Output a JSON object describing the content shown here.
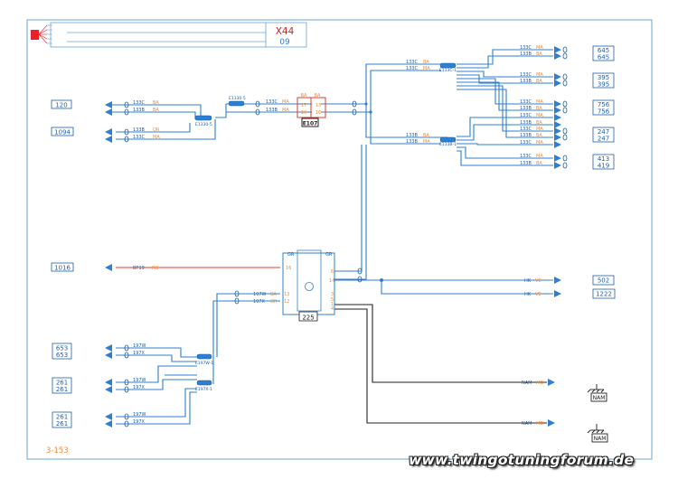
{
  "header": {
    "code": "X44",
    "sub": "09"
  },
  "page_ref": "3-153",
  "watermark": "www.twingotuningforum.de",
  "colors": {
    "frame": "#6aa5d6",
    "wire_blue": "#2f7fd0",
    "wire_dark": "#222222",
    "wire_red": "#e23b2e",
    "wire_orange": "#ee8a3a",
    "text_blue": "#1f5fa8",
    "code_red": "#cc2222"
  },
  "left_components": [
    "120",
    "1094",
    "1016",
    "653",
    "653",
    "261",
    "261",
    "261",
    "261"
  ],
  "right_components": [
    "645",
    "645",
    "395",
    "395",
    "756",
    "756",
    "247",
    "247",
    "413",
    "419",
    "502",
    "1222"
  ],
  "ground_labels": [
    "NAM",
    "NAM"
  ],
  "connectors": {
    "e107": "E107",
    "e225": "225"
  },
  "splices": [
    "E1330-5",
    "E1330-5",
    "E133C-1",
    "E133B-1",
    "E197W-1",
    "E197X-1"
  ],
  "wire_codes": {
    "c133c": "133C",
    "c133b": "133B",
    "ba": "BA",
    "ma": "MA",
    "or": "OR",
    "bp19": "BP19",
    "rg": "RG",
    "c197w": "197W",
    "c197x": "197X",
    "hk": "HK",
    "vc": "VC",
    "ve": "VE",
    "nam": "NAM",
    "mo": "MO",
    "gr": "GR"
  },
  "pins": {
    "p17": "17",
    "p13": "13",
    "p12": "12",
    "p16": "16",
    "p6": "6",
    "p14": "14",
    "p3": "3",
    "p5": "5",
    "p1": "1",
    "p4": "4",
    "p2": "2"
  }
}
